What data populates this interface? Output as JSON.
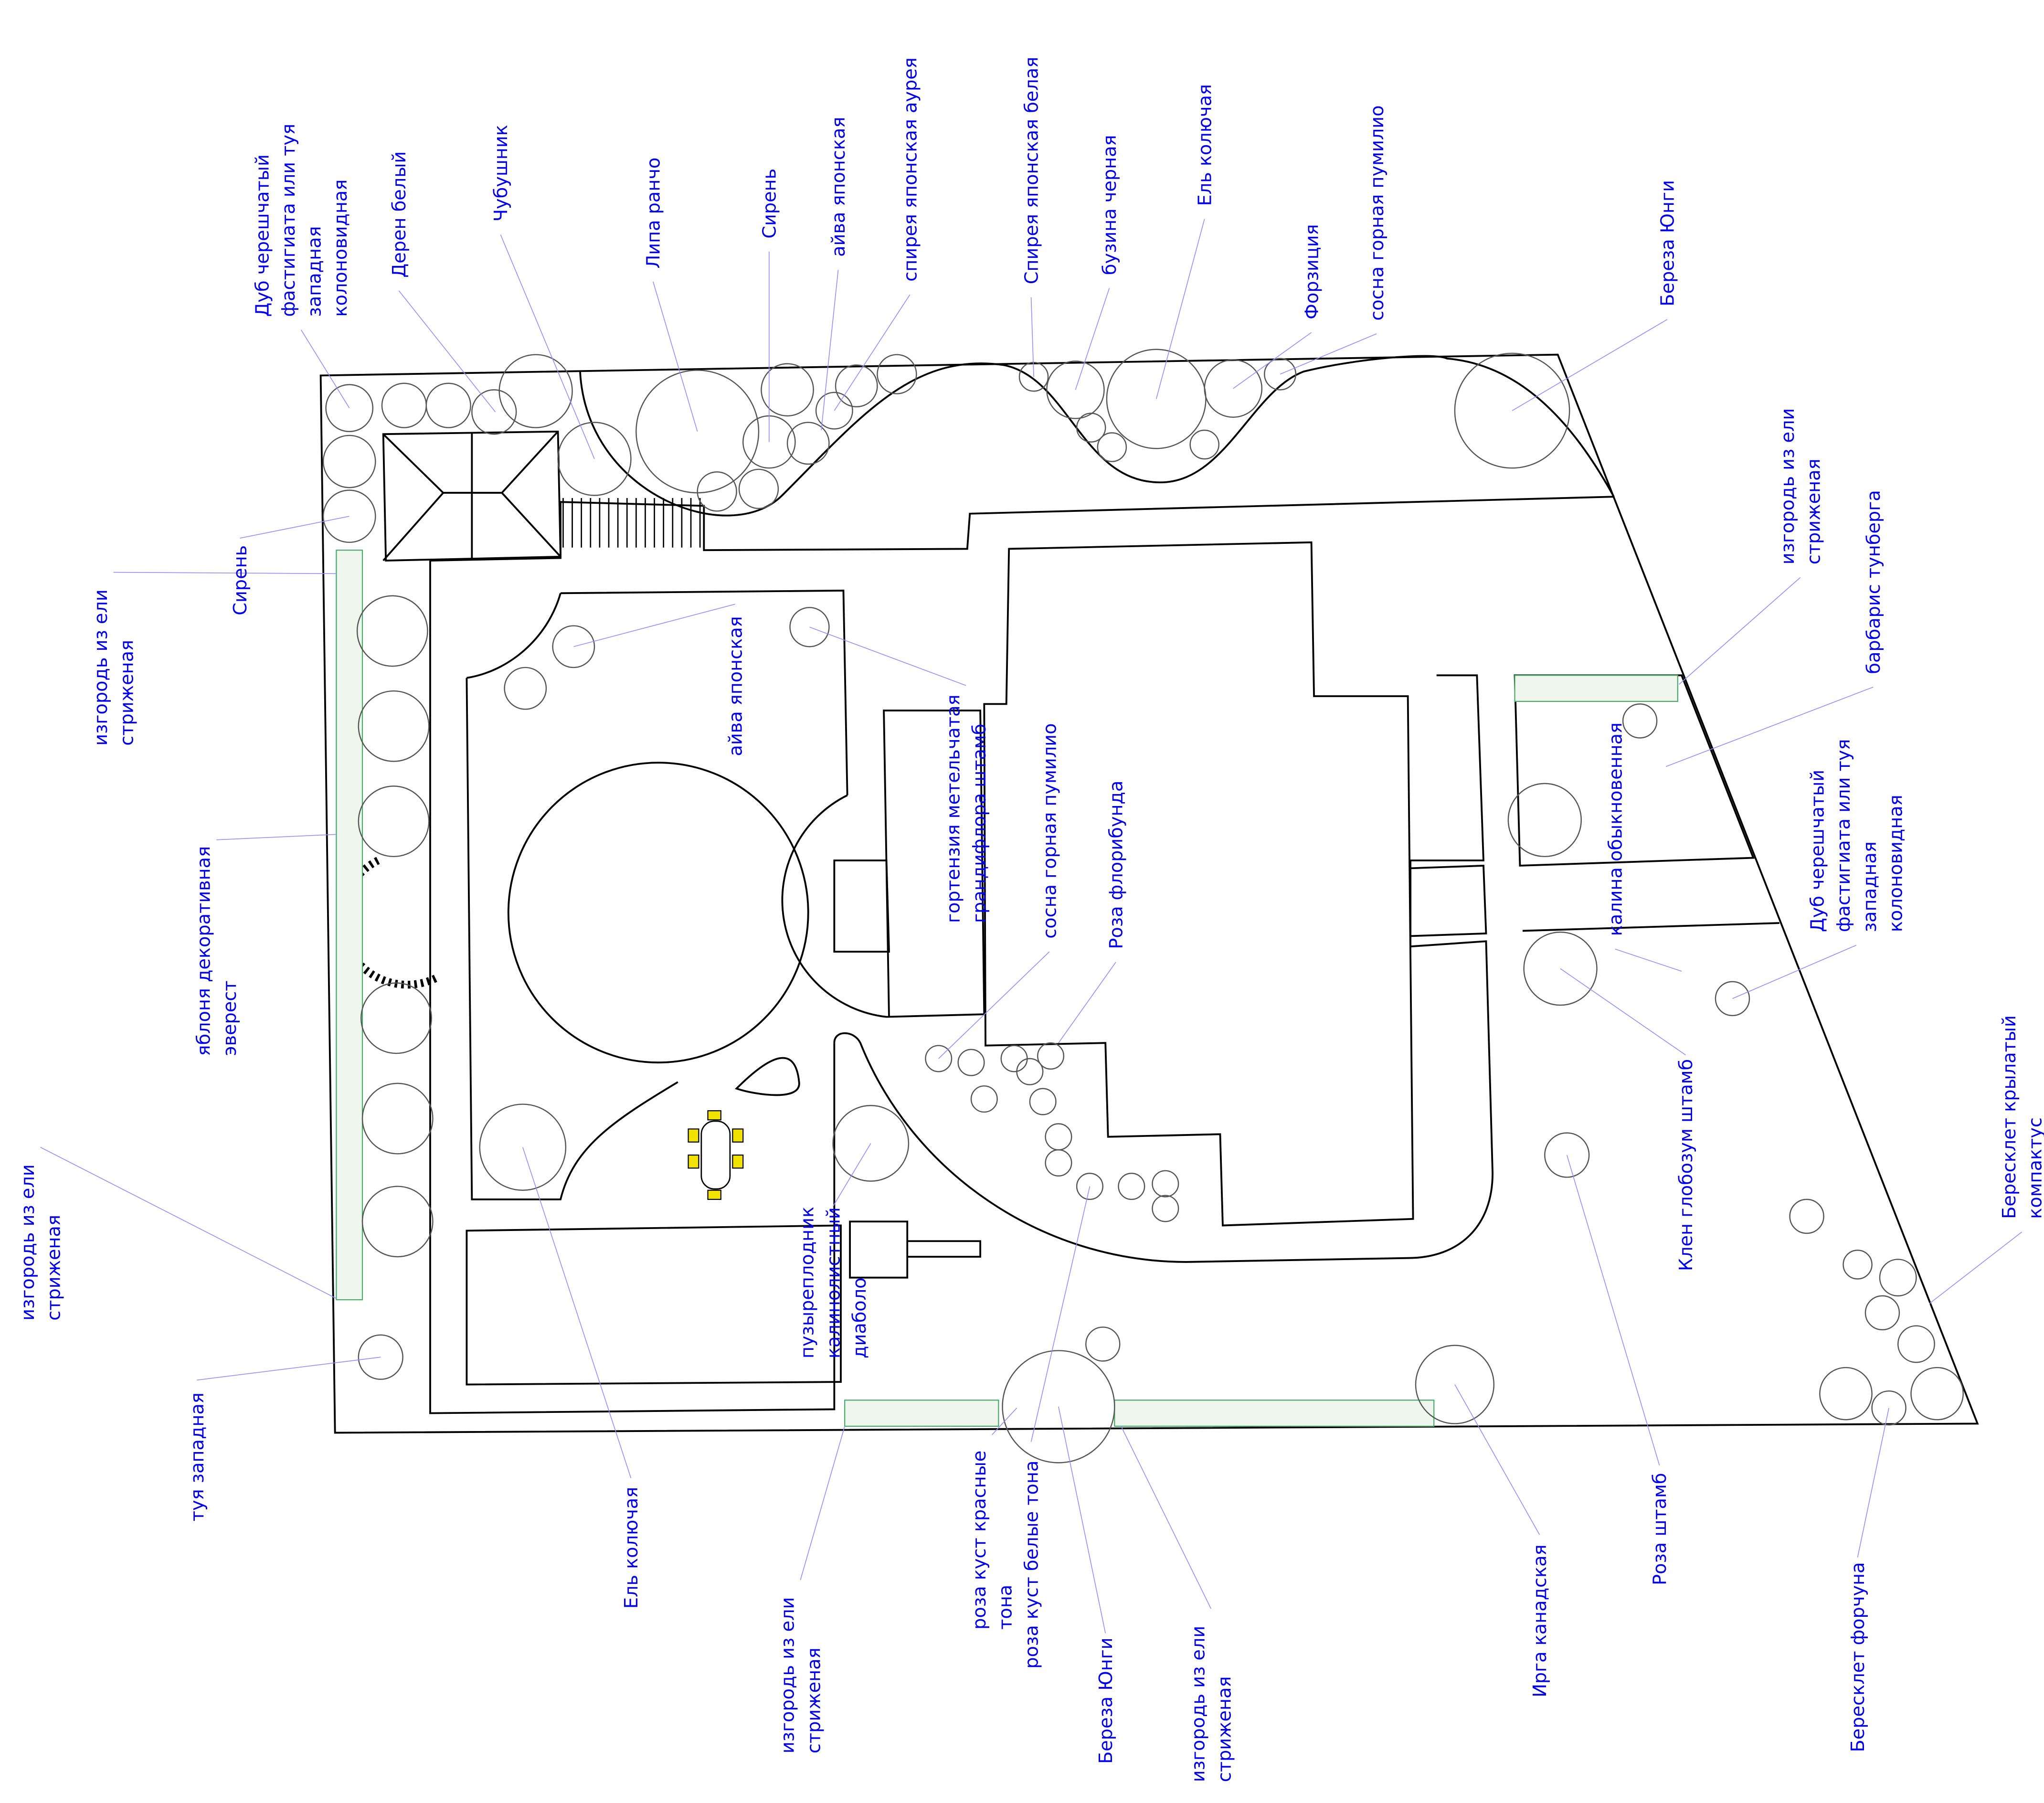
{
  "title": "План участка",
  "labels": [
    {
      "id": "oak-top",
      "lines": [
        "Дуб черешчатый",
        "фастигиата или туя",
        "западная",
        "колоновидная"
      ]
    },
    {
      "id": "deren",
      "lines": [
        "Дерен белый"
      ]
    },
    {
      "id": "chubushnik",
      "lines": [
        "Чубушник"
      ]
    },
    {
      "id": "lipa",
      "lines": [
        "Липа ранчо"
      ]
    },
    {
      "id": "siren-top",
      "lines": [
        "Сирень"
      ]
    },
    {
      "id": "aiva-top",
      "lines": [
        "айва японская"
      ]
    },
    {
      "id": "spirea-aurea",
      "lines": [
        "спирея японская аурея"
      ]
    },
    {
      "id": "spirea-white",
      "lines": [
        "Спирея японская белая"
      ]
    },
    {
      "id": "buzina",
      "lines": [
        "бузина черная"
      ]
    },
    {
      "id": "el-top",
      "lines": [
        "Ель колючая"
      ]
    },
    {
      "id": "forsythia",
      "lines": [
        "Форзиция"
      ]
    },
    {
      "id": "pine-top",
      "lines": [
        "сосна горная пумилио"
      ]
    },
    {
      "id": "birch-top",
      "lines": [
        "Береза Юнги"
      ]
    },
    {
      "id": "hedge-right",
      "lines": [
        "изгородь из ели",
        "стриженая"
      ]
    },
    {
      "id": "barberry",
      "lines": [
        "барбарис тунберга"
      ]
    },
    {
      "id": "kalina",
      "lines": [
        "калина обыкновенная"
      ]
    },
    {
      "id": "oak-right",
      "lines": [
        "Дуб черешчатый",
        "фастигиата или туя",
        "западная",
        "колоновидная"
      ]
    },
    {
      "id": "euonymus-alatus",
      "lines": [
        "Бересклет крылатый",
        "компактус"
      ]
    },
    {
      "id": "maple",
      "lines": [
        "Клен глобозум штамб"
      ]
    },
    {
      "id": "hedge-left1",
      "lines": [
        "изгородь из ели",
        "стриженая"
      ]
    },
    {
      "id": "siren-left",
      "lines": [
        "Сирень"
      ]
    },
    {
      "id": "apple",
      "lines": [
        "яблоня декоративная",
        "эверест"
      ]
    },
    {
      "id": "hedge-left2",
      "lines": [
        "изгородь из ели",
        "стриженая"
      ]
    },
    {
      "id": "thuja",
      "lines": [
        "туя западная"
      ]
    },
    {
      "id": "aiva-mid",
      "lines": [
        "айва японская"
      ]
    },
    {
      "id": "hydrangea",
      "lines": [
        "гортензия метельчатая",
        "грандифлора штамб"
      ]
    },
    {
      "id": "pine-mid",
      "lines": [
        "сосна горная пумилио"
      ]
    },
    {
      "id": "rose-flori",
      "lines": [
        "Роза флорибунда"
      ]
    },
    {
      "id": "physocarpus",
      "lines": [
        "пузыреплодник",
        "калинолистный",
        "диаболо"
      ]
    },
    {
      "id": "el-bottom",
      "lines": [
        "Ель колючая"
      ]
    },
    {
      "id": "hedge-bottom1",
      "lines": [
        "изгородь из ели",
        "стриженая"
      ]
    },
    {
      "id": "rose-red",
      "lines": [
        "роза куст красные",
        "тона"
      ]
    },
    {
      "id": "rose-white",
      "lines": [
        "роза куст белые тона"
      ]
    },
    {
      "id": "birch-bottom",
      "lines": [
        "Береза Юнги"
      ]
    },
    {
      "id": "hedge-bottom2",
      "lines": [
        "изгородь из ели",
        "стриженая"
      ]
    },
    {
      "id": "irga",
      "lines": [
        "Ирга канадская"
      ]
    },
    {
      "id": "rose-std",
      "lines": [
        "Роза штамб"
      ]
    },
    {
      "id": "euonymus-fortune",
      "lines": [
        "Бересклет форчуна"
      ]
    }
  ],
  "colors": {
    "label": "#0000ee",
    "leader": "#8f8fff",
    "table": "#f2e200"
  }
}
